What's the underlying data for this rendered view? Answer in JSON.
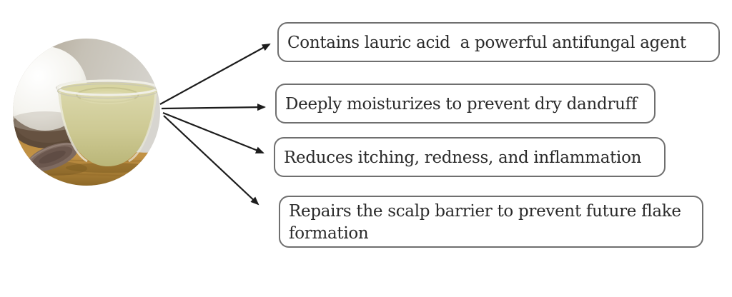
{
  "photo": {
    "label": "coconut-oil-in-glass-bowl-photo"
  },
  "benefits": [
    {
      "text": "Contains lauric acid  a powerful antifungal agent"
    },
    {
      "text": "Deeply moisturizes to prevent dry dandruff"
    },
    {
      "text": "Reduces itching, redness, and inflammation"
    },
    {
      "text": "Repairs the scalp barrier to prevent future flake\nformation"
    }
  ],
  "colors": {
    "background": "#ffffff",
    "box_fill": "#ffffff",
    "box_border": "#6f6f6f",
    "text": "#2a2a2a",
    "arrow": "#1c1c1c",
    "oil": "#d8d5a2",
    "wood": "#b5873b",
    "coconut_flesh": "#f7f6f0",
    "coconut_shell": "#5d4a39"
  }
}
